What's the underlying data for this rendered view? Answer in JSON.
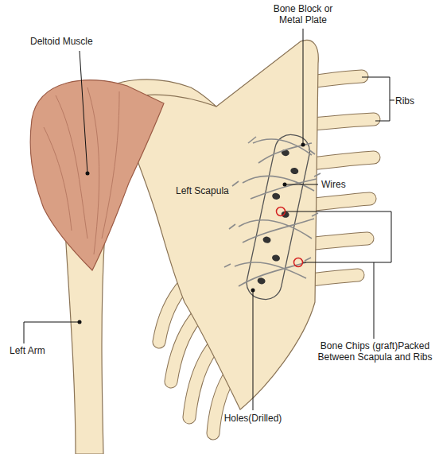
{
  "diagram": {
    "labels": [
      "Bone Block or Metal Plate",
      "Deltoid Muscle",
      "Ribs",
      "Left Scapula",
      "Wires",
      "Bone Chips (graft)Packed Between Scapula and Ribs",
      "Left Arm",
      "Holes(Drilled)"
    ]
  }
}
